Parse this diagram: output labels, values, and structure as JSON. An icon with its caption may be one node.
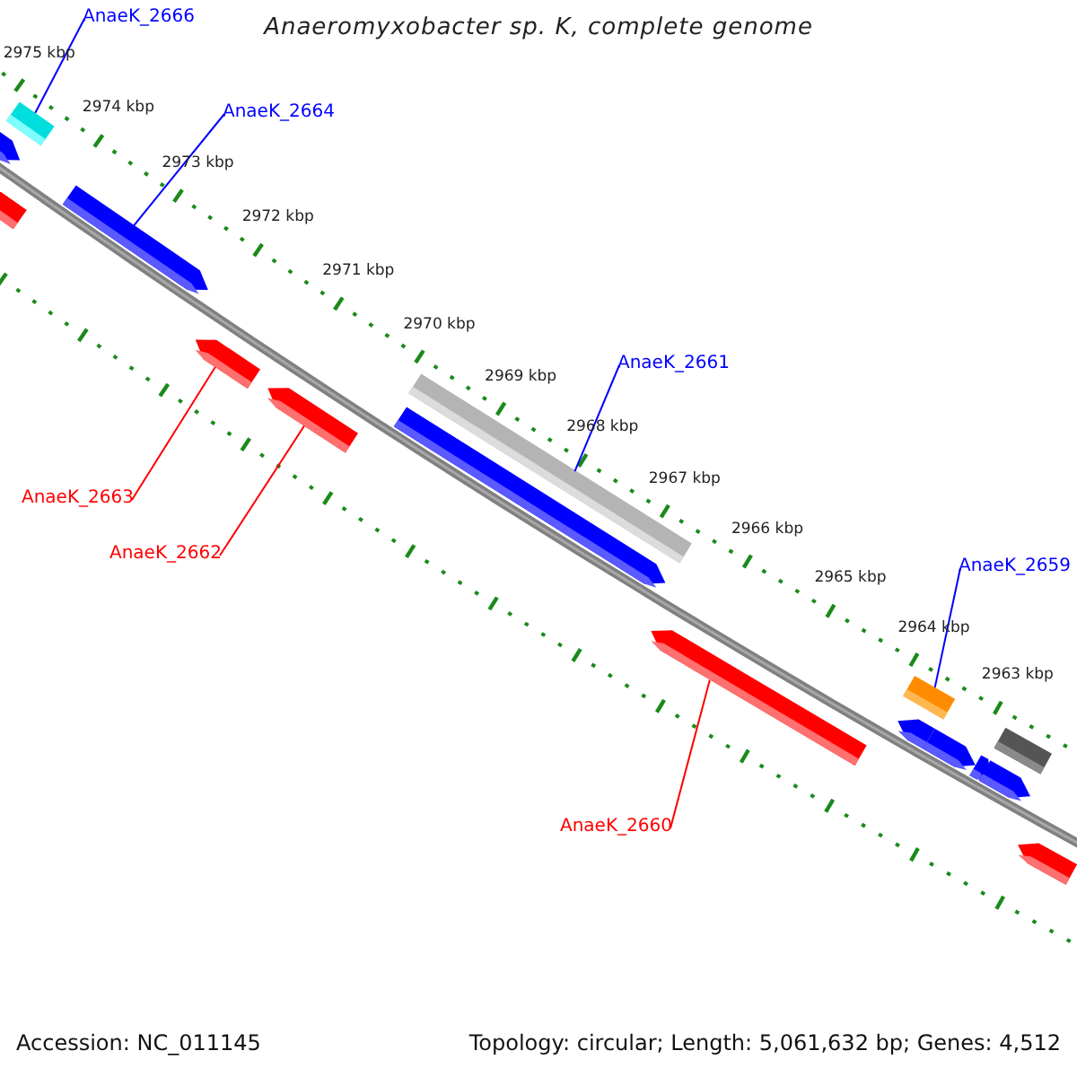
{
  "diagram": {
    "title": "Anaeromyxobacter sp. K, complete genome",
    "nodes": [
      {
        "text": [],
        "shape": "bar"
      },
      {
        "text": [],
        "shape": "bar"
      },
      {
        "text": [],
        "shape": "bar"
      },
      {
        "text": [],
        "shape": "bar"
      },
      {
        "text": [],
        "shape": "bar"
      },
      {
        "text": [],
        "shape": "bar"
      },
      {
        "text": [],
        "shape": "bar"
      },
      {
        "text": [],
        "shape": "bar"
      },
      {
        "text": [],
        "shape": "bar"
      },
      {
        "text": [],
        "shape": "bar"
      },
      {
        "text": [],
        "shape": "bar"
      },
      {
        "text": [],
        "shape": "bar"
      },
      {
        "text": [],
        "shape": "bar"
      },
      {
        "text": [],
        "shape": "bar"
      },
      {
        "text": [],
        "shape": "bar"
      },
      {
        "text": [],
        "shape": "bar"
      },
      {
        "text": [
          "AnaeK_2666"
        ]
      },
      {
        "text": [
          "AnaeK_2664"
        ]
      },
      {
        "text": [
          "AnaeK_2661"
        ]
      },
      {
        "text": [
          "AnaeK_2659"
        ]
      },
      {
        "text": [
          "AnaeK_2663"
        ]
      },
      {
        "text": [
          "AnaeK_2662"
        ]
      },
      {
        "text": [
          "AnaeK_2660"
        ]
      }
    ],
    "edges": [
      {
        "from": 16,
        "to": 0,
        "arrow": "none"
      },
      {
        "from": 17,
        "to": 3,
        "arrow": "none"
      },
      {
        "from": 18,
        "to": 7,
        "arrow": "none"
      },
      {
        "from": 19,
        "to": 10,
        "arrow": "none"
      },
      {
        "from": 20,
        "to": 4,
        "arrow": "none",
        "color": "#ff0000"
      },
      {
        "from": 21,
        "to": 5,
        "arrow": "none",
        "color": "#ff0000"
      },
      {
        "from": 22,
        "to": 8,
        "arrow": "none",
        "color": "#ff0000"
      }
    ],
    "labels": [
      "2975 kbp",
      "2974 kbp",
      "2973 kbp",
      "2972 kbp",
      "2971 kbp",
      "2970 kbp",
      "2969 kbp",
      "2968 kbp",
      "2967 kbp",
      "2966 kbp",
      "2965 kbp",
      "2964 kbp",
      "2963 kbp",
      "Accession: NC_011145",
      "Topology: circular; Length: 5,061,632 bp; Genes: 4,512"
    ]
  }
}
